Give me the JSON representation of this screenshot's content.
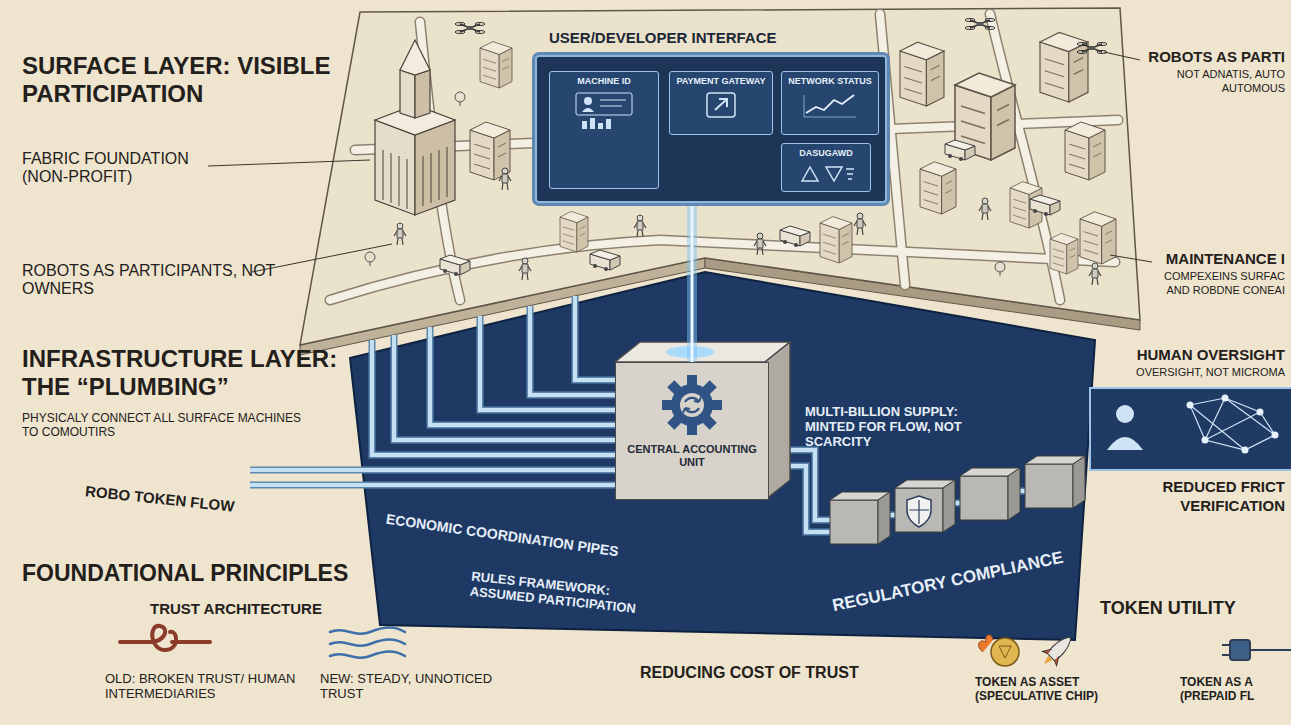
{
  "diagram": {
    "nodes": [
      {
        "text": [
          "USER/DEVELOPER INTERFACE"
        ]
      },
      {
        "text": [
          "MACHINE ID"
        ],
        "in": 0
      },
      {
        "text": [
          "PAYMENT GATEWAY"
        ],
        "in": 0
      },
      {
        "text": [
          "NETWORK STATUS"
        ],
        "in": 0
      },
      {
        "text": [
          "DASUGAWD"
        ],
        "in": 0
      },
      {
        "text": [
          "CENTRAL ACCOUNTING UNIT"
        ]
      }
    ],
    "edges": [
      {
        "from": 0,
        "to": 5,
        "arrow": "none"
      }
    ],
    "labels": [
      "SURFACE LAYER: VISIBLE PARTICIPATION",
      "FABRIC FOUNDATION (NON-PROFIT)",
      "ROBOTS AS PARTICIPANTS, NOT OWNERS",
      "INFRASTRUCTURE LAYER: THE “PLUMBING”",
      "PHYSICALY CONNECT ALL SURFACE MACHINES TO COMOUTIRS",
      "ROBO TOKEN FLOW",
      "ECONOMIC COORDINATION PIPES",
      "MULTI-BILLION SUPPLY: MINTED FOR FLOW, NOT SCARCITY",
      "REGULATORY COMPLIANCE",
      "RULES FRAMEWORK: ASSUMED PARTICIPATION",
      "FOUNDATIONAL PRINCIPLES",
      "TRUST ARCHITECTURE",
      "OLD: BROKEN TRUST/ HUMAN INTERMEDIARIES",
      "NEW: STEADY, UNNOTICED TRUST",
      "REDUCING COST OF TRUST",
      "TOKEN UTILITY",
      "TOKEN AS ASSET (SPECULATIVE CHIP)",
      "TOKEN AS A (PREPAID FL",
      "ROBOTS AS PARTI",
      "NOT ADNATIS, AUTO",
      "AUTOMOUS",
      "MAINTENANCE I",
      "COMPEXEINS SURFAC",
      "AND ROBDNE CONEAI",
      "HUMAN OVERSIGHT",
      "OVERSIGHT, NOT MICROMA",
      "REDUCED FRICT",
      "VERIFICATION"
    ]
  }
}
